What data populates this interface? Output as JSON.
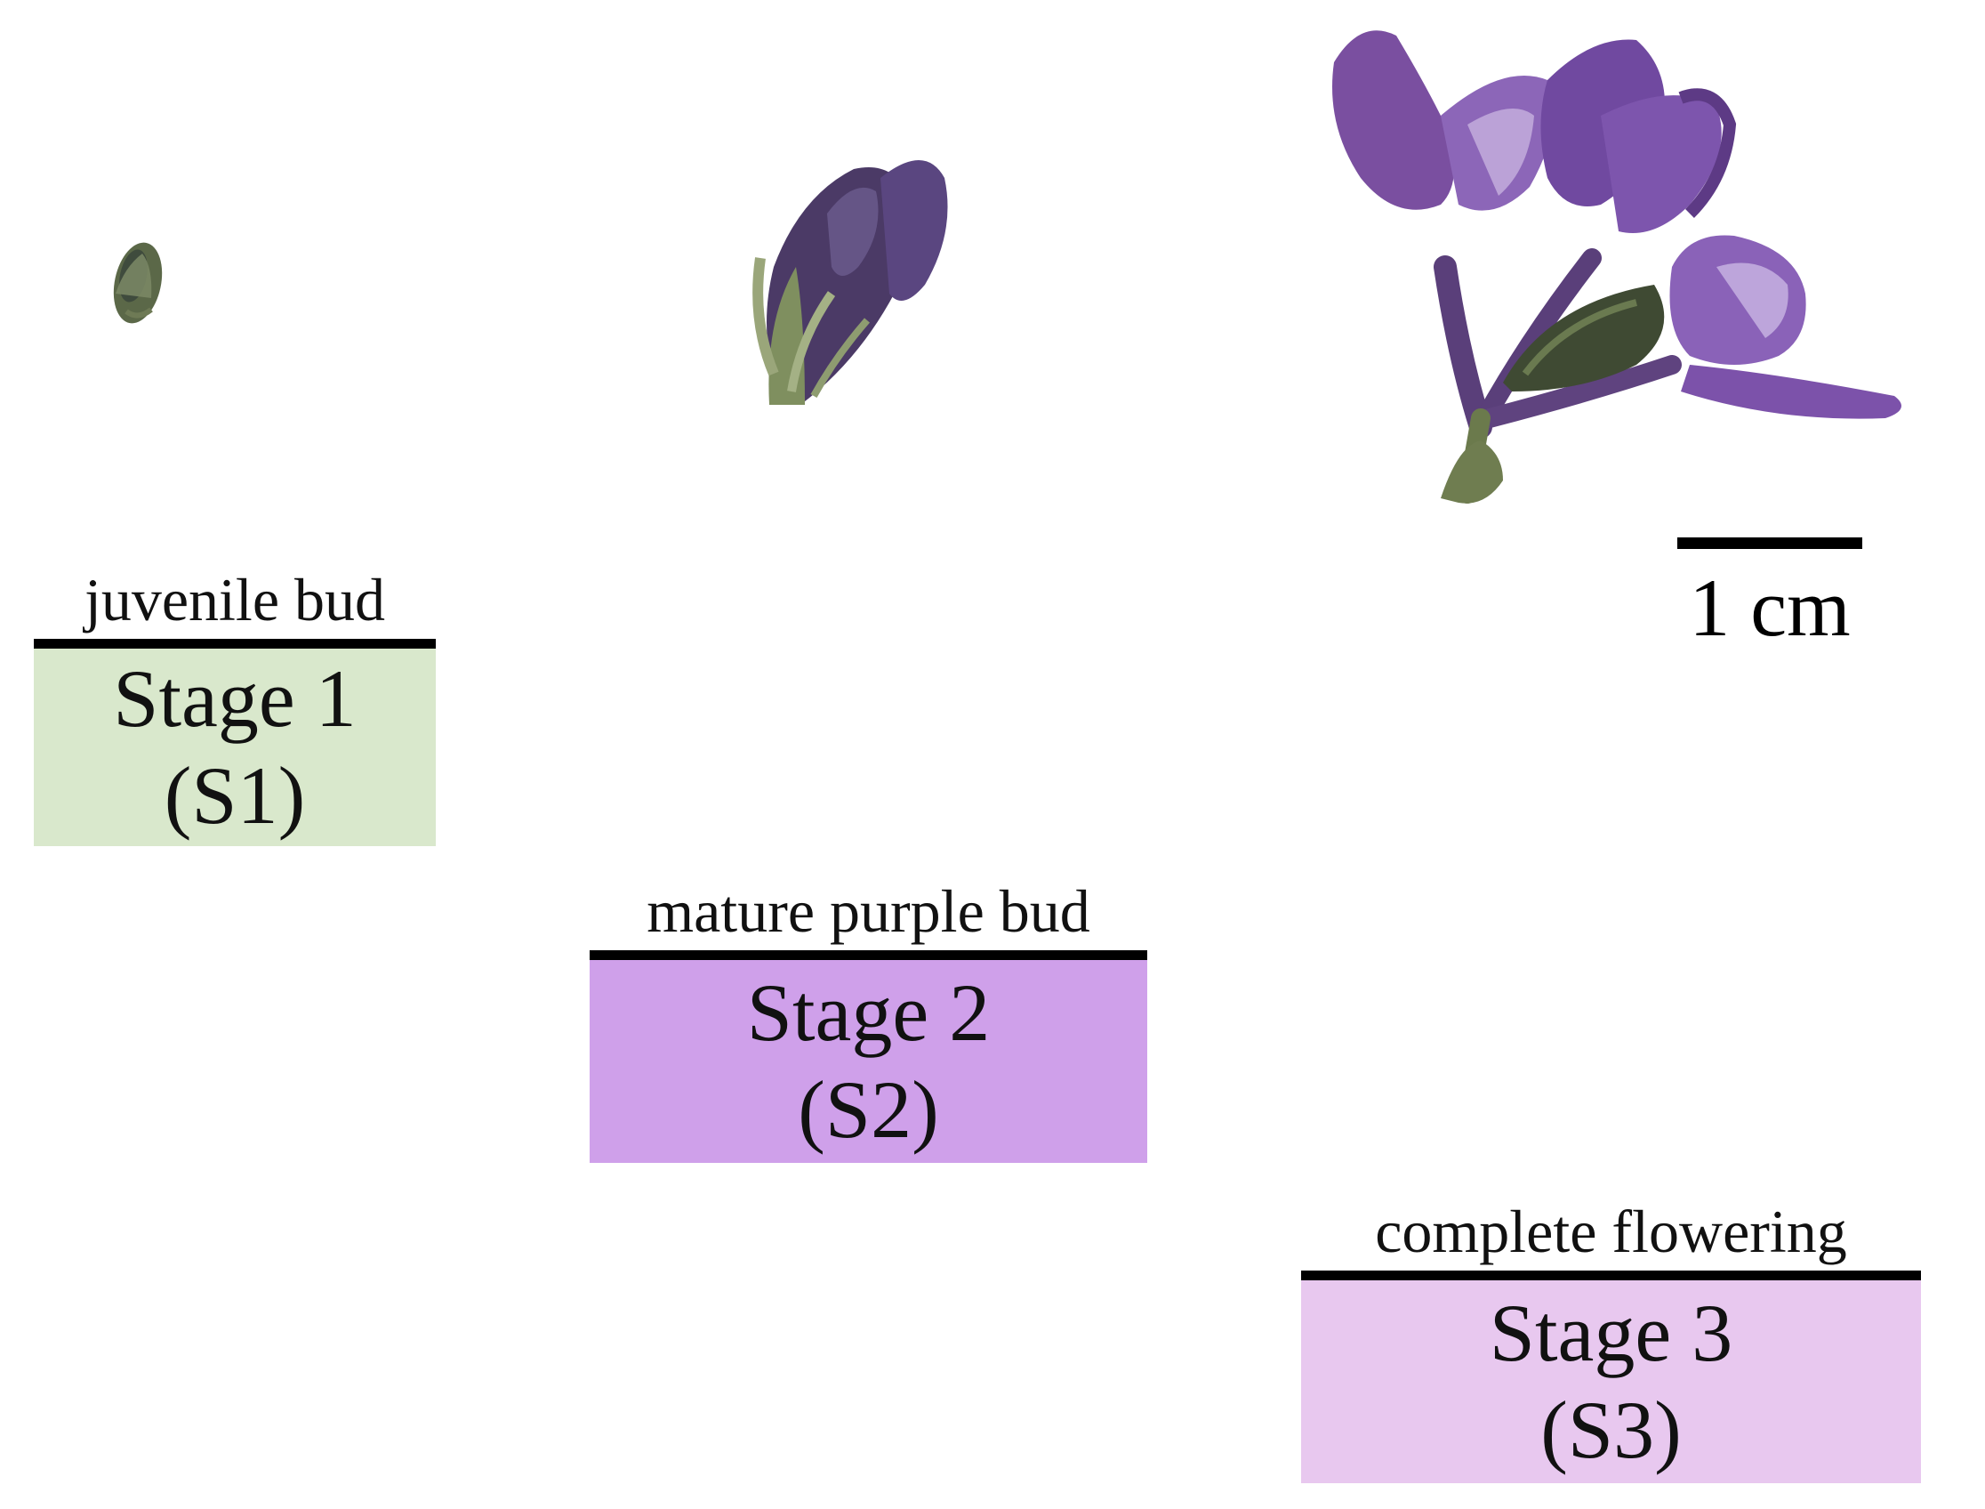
{
  "stages": [
    {
      "description": "juvenile bud",
      "stage_label": "Stage 1",
      "code": "(S1)",
      "box_color": "#d9e8cc"
    },
    {
      "description": "mature purple bud",
      "stage_label": "Stage 2",
      "code": "(S2)",
      "box_color": "#cfa0ea"
    },
    {
      "description": "complete flowering",
      "stage_label": "Stage 3",
      "code": "(S3)",
      "box_color": "#e8c8ef"
    }
  ],
  "scale_bar": {
    "label": "1 cm"
  },
  "colors": {
    "bud_green": "#5f6b4d",
    "bud_purple": "#4a3566",
    "flower_purple": "#7a4f9f"
  }
}
